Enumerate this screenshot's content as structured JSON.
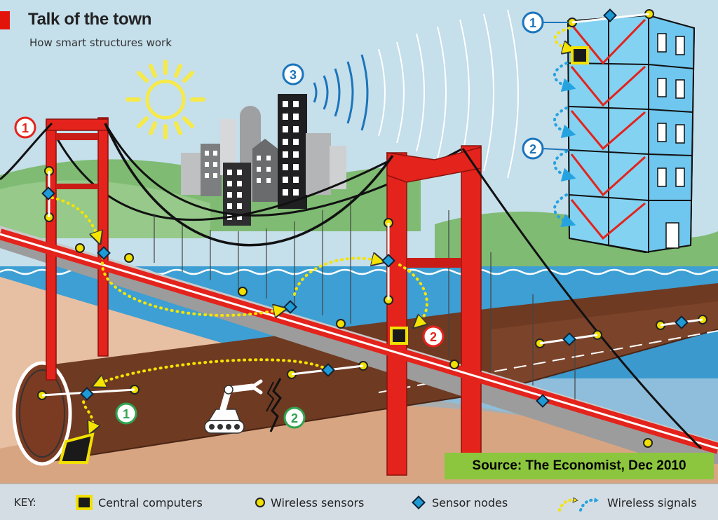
{
  "header": {
    "title": "Talk of the town",
    "subtitle": "How smart structures work"
  },
  "source": "Source: The Economist, Dec 2010",
  "callouts": {
    "bridge_one": "1",
    "bridge_two": "2",
    "city_three": "3",
    "building_one": "1",
    "building_two": "2",
    "pipe_one": "1",
    "pipe_two": "2"
  },
  "key": {
    "label": "KEY:",
    "central_computers": "Central computers",
    "wireless_sensors": "Wireless sensors",
    "sensor_nodes": "Sensor nodes",
    "wireless_signals": "Wireless signals"
  },
  "colors": {
    "structure_red": "#e3231c",
    "sensor_yellow": "#f2e000",
    "node_blue": "#1e9ad6",
    "computer_black": "#1a1a1a",
    "signal_yellow": "#f5e400",
    "signal_blue": "#25a3e0",
    "source_green": "#8cc63f",
    "callout_red": "#e3231c",
    "callout_blue": "#1b75bb",
    "callout_green": "#2fa44f"
  }
}
